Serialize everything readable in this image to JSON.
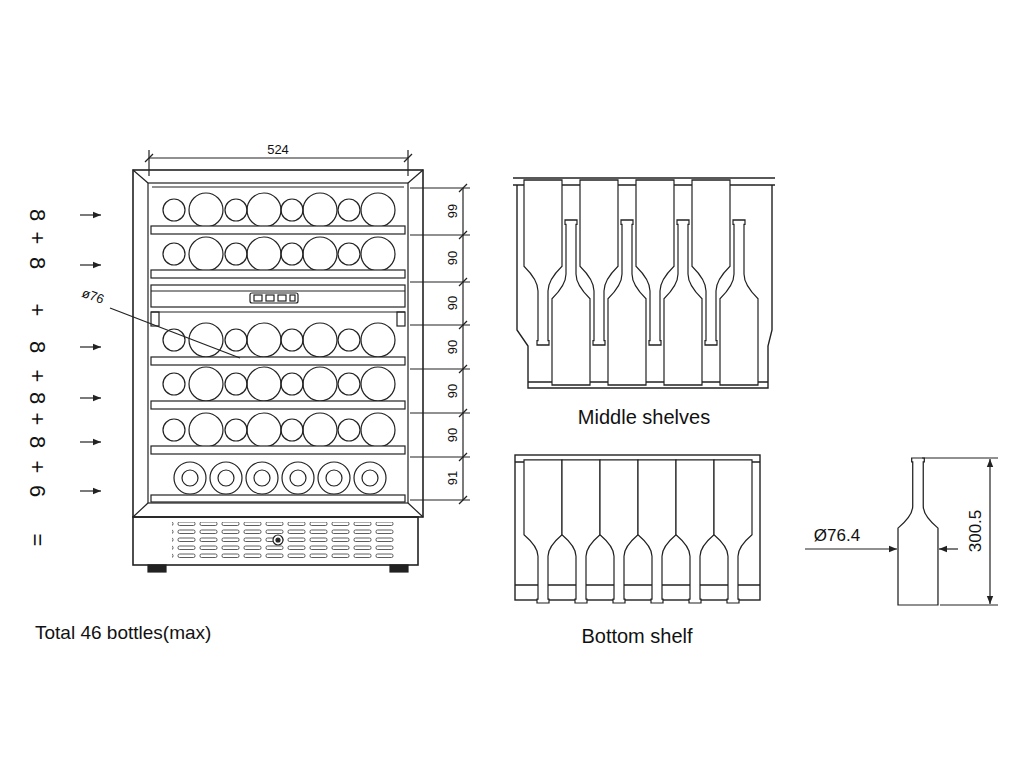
{
  "diagram": {
    "caption": "Total 46 bottles(max)",
    "labels": [
      "8",
      "+",
      "8",
      "+",
      "8",
      "+",
      "8",
      "+",
      "8",
      "+",
      "6",
      "=",
      "524",
      "99",
      "90",
      "90",
      "90",
      "90",
      "90",
      "91",
      "ø76",
      "Middle shelves",
      "Bottom shelf",
      "Ø76.4",
      "300.5"
    ]
  }
}
